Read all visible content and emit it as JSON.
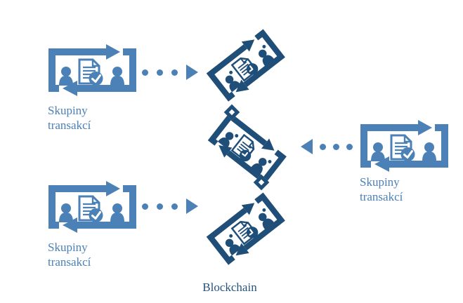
{
  "colors": {
    "background": "#ffffff",
    "light_blue": "#4b81b6",
    "dark_blue": "#1f4e79",
    "label_text": "#4b81b6",
    "title_text": "#24547e"
  },
  "transaction_groups": [
    {
      "position": "top-left",
      "label_line1": "Skupiny",
      "label_line2": "transakcí",
      "badge": "check",
      "arrow_direction": "right",
      "arrow_dots": 3
    },
    {
      "position": "bottom-left",
      "label_line1": "Skupiny",
      "label_line2": "transakcí",
      "badge": "check",
      "arrow_direction": "right",
      "arrow_dots": 3
    },
    {
      "position": "middle-right",
      "label_line1": "Skupiny",
      "label_line2": "transakcí",
      "badge": "check",
      "arrow_direction": "left",
      "arrow_dots": 3
    }
  ],
  "blockchain": {
    "label": "Blockchain",
    "blocks": [
      {
        "index": 1,
        "tilt": "counterclockwise",
        "badge": "clock"
      },
      {
        "index": 2,
        "tilt": "clockwise",
        "badge": "clock"
      },
      {
        "index": 3,
        "tilt": "counterclockwise",
        "badge": "clock"
      }
    ],
    "connector_count": 2
  },
  "icons": {
    "group_frame": "cycle-arrows-rectangle",
    "people": "person-silhouette",
    "document": "document-with-lines",
    "check_badge": "checkmark-circle",
    "clock_badge": "clock-circle",
    "connector": "dotted-arrow",
    "chain_link": "diamond-link"
  }
}
